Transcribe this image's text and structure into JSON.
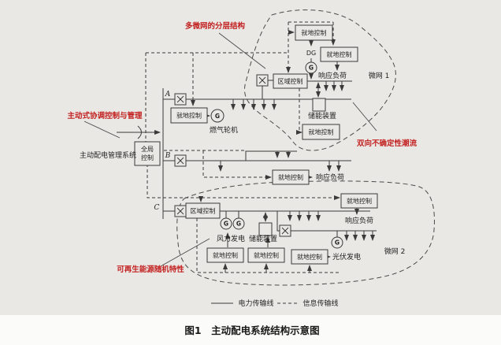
{
  "colors": {
    "background": "#e9e8e4",
    "line": "#3a3a3a",
    "annotation_red": "#c32121",
    "caption_strip": "#fbfbfa"
  },
  "annotations": {
    "multi_microgrid": "多微网的分层结构",
    "coordinated_control": "主动式协调控制与管理",
    "bidirectional_flow": "双向不确定性潮流",
    "renewable_random": "可再生能源随机特性"
  },
  "labels": {
    "management_system": "主动配电管理系统",
    "global_control_line1": "全局",
    "global_control_line2": "控制",
    "regional_control": "区域控制",
    "local_control": "就地控制",
    "feeder_a": "A",
    "feeder_b": "B",
    "feeder_c": "C",
    "dg": "DG",
    "generator": "G",
    "gas_turbine": "燃气轮机",
    "responsive_load": "响应负荷",
    "storage_device": "储能装置",
    "wind_power": "风力发电",
    "pv_power": "光伏发电",
    "microgrid_1": "微网 1",
    "microgrid_2": "微网 2"
  },
  "legend": {
    "power_line": "电力传输线",
    "info_line": "信息传输线"
  },
  "caption": {
    "text": "图1　主动配电系统结构示意图"
  }
}
